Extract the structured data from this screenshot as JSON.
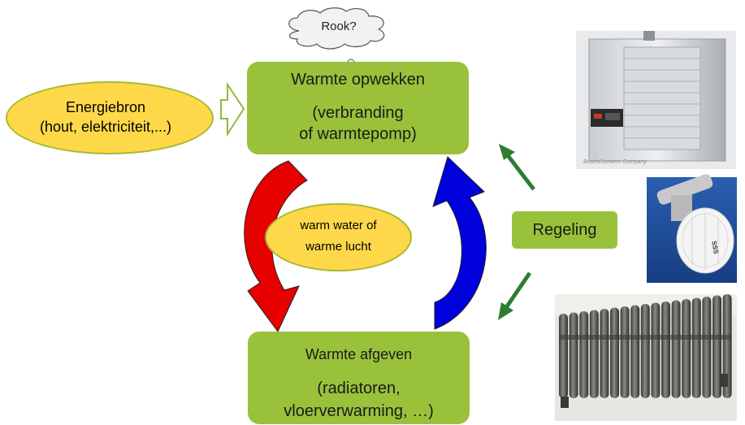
{
  "cloud": {
    "label": "Rook?"
  },
  "generate_box": {
    "title": "Warmte opwekken",
    "line1": "(verbranding",
    "line2": "of warmtepomp)"
  },
  "release_box": {
    "title": "Warmte afgeven",
    "line1": "(radiatoren,",
    "line2": "vloerverwarming, …)"
  },
  "energy_source": {
    "line1": "Energiebron",
    "line2": "(hout, elektriciteit,...)"
  },
  "medium": {
    "line1": "warm water of",
    "line2": "warme lucht"
  },
  "control": {
    "label": "Regeling"
  },
  "boiler_photo": {
    "caption": "Bosch/Junkers Company",
    "icon": "boiler-image"
  },
  "valve_photo": {
    "dial_text": "SSS",
    "icon": "thermostatic-valve-image"
  },
  "radiator_photo": {
    "icon": "cast-iron-radiator-image"
  },
  "colors": {
    "box_green": "#99c23a",
    "ellipse_yellow": "#ffd84a",
    "flow_red": "#e60000",
    "flow_blue": "#0000dd",
    "arrow_green": "#2e7d32"
  }
}
